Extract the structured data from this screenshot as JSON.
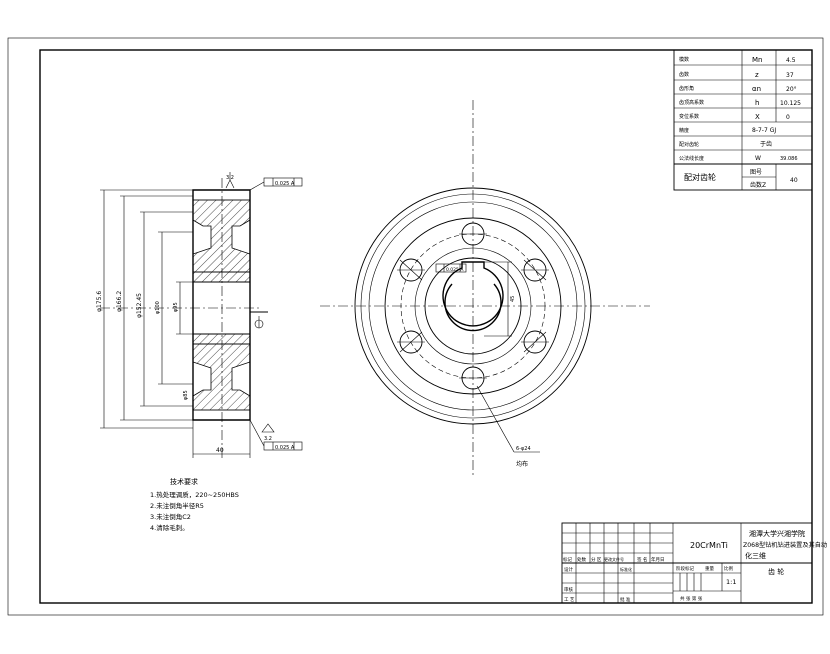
{
  "gear_table": {
    "rows": [
      {
        "label": "模数",
        "symbol": "Mn",
        "value": "4.5"
      },
      {
        "label": "齿数",
        "symbol": "z",
        "value": "37"
      },
      {
        "label": "齿形角",
        "symbol": "αn",
        "value": "20°"
      },
      {
        "label": "齿顶高系数",
        "symbol": "h",
        "value": "10.125"
      },
      {
        "label": "变位系数",
        "symbol": "X",
        "value": "0"
      },
      {
        "label": "精度",
        "symbol": "",
        "value": "8-7-7 GJ"
      },
      {
        "label": "配对齿轮",
        "symbol": "",
        "value": "于齿"
      },
      {
        "label": "公法线长度",
        "symbol": "W",
        "value": "39.086"
      }
    ],
    "footer_left": "配对齿轮",
    "footer_mid_top": "图号",
    "footer_mid_bottom": "齿数Z",
    "footer_right": "40"
  },
  "dimensions": {
    "outer_diameter": "φ175.6",
    "d2": "φ166.2",
    "d3": "φ152.45",
    "d4": "φ100",
    "d5": "φ95",
    "d6": "φ85",
    "width": "40",
    "keyway": "45",
    "holes": "6-φ24",
    "hole_note": "均布",
    "top_roughness": "3.2",
    "bottom_roughness": "3.2",
    "top_tol": "0.025 A",
    "bottom_tol": "0.025 A",
    "mid_tol": "0.025 A",
    "datum": "A"
  },
  "tech_notes": {
    "title": "技术要求",
    "lines": [
      "1.热处理调质，220~250HBS",
      "2.未注倒角半径R5",
      "3.未注倒角C2",
      "4.清除毛刺。"
    ]
  },
  "title_block": {
    "material": "20CrMnTi",
    "school_line1": "湘潭大学兴湘学院",
    "school_line2": "Z068型钻机钻进装置及其自动",
    "school_line3": "化三维",
    "part_name": "齿 轮",
    "scale": "1:1",
    "labels": {
      "mark": "标记",
      "count": "处数",
      "zone": "分 区",
      "doc": "更改文件号",
      "sign": "签 名",
      "date": "年月日",
      "design": "设计",
      "std": "标准化",
      "review": "审核",
      "process": "工 艺",
      "approve": "批 准",
      "stage": "阶段标记",
      "weight": "重量",
      "ratio": "比例",
      "total": "共 张 第 张"
    }
  }
}
